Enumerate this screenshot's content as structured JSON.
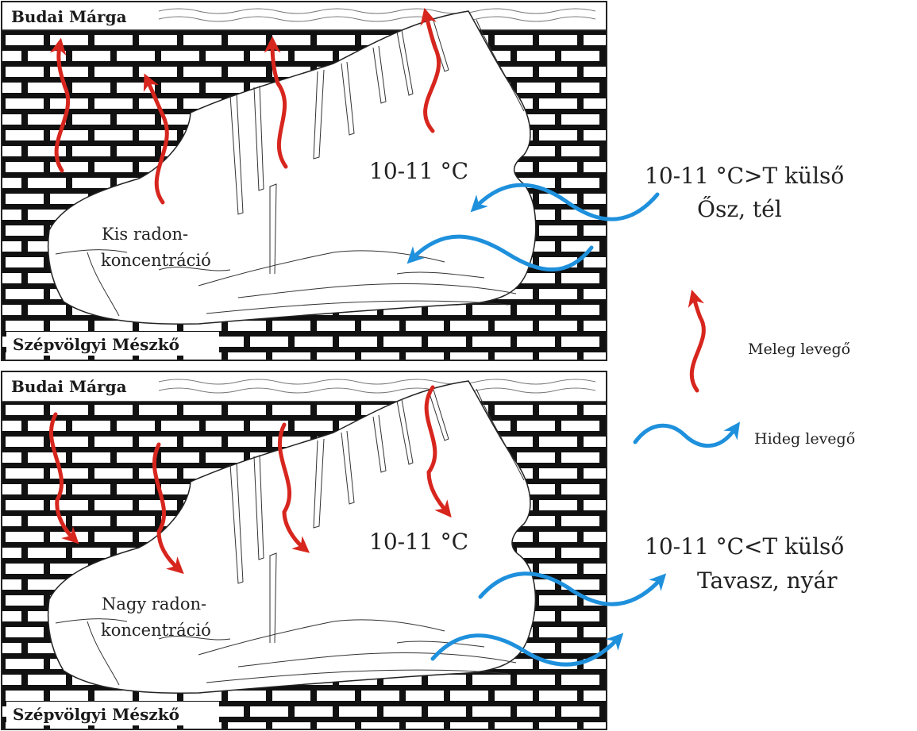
{
  "colors": {
    "warm_air": "#d7261e",
    "cold_air": "#1e90dc",
    "brick_mortar": "#111111",
    "brick_face": "#ffffff"
  },
  "panels": [
    {
      "id": "autumn-winter",
      "top_rock": "Budai Márga",
      "bottom_rock": "Szépvölgyi Mészkő",
      "cave_temperature": "10-11 °C",
      "radon_line1": "Kis radon-",
      "radon_line2": "koncentráció",
      "condition_line1": "10-11 °C>T külső",
      "condition_line2": "Ősz, tél",
      "warm_air_direction": "up",
      "cold_air_direction": "inflow"
    },
    {
      "id": "spring-summer",
      "top_rock": "Budai Márga",
      "bottom_rock": "Szépvölgyi Mészkő",
      "cave_temperature": "10-11 °C",
      "radon_line1": "Nagy radon-",
      "radon_line2": "koncentráció",
      "condition_line1": "10-11 °C<T külső",
      "condition_line2": "Tavasz, nyár",
      "warm_air_direction": "down",
      "cold_air_direction": "outflow"
    }
  ],
  "legend": {
    "warm_label": "Meleg levegő",
    "cold_label": "Hideg levegő",
    "warm_icon": "red-wavy-arrow-icon",
    "cold_icon": "blue-wavy-arrow-icon"
  }
}
